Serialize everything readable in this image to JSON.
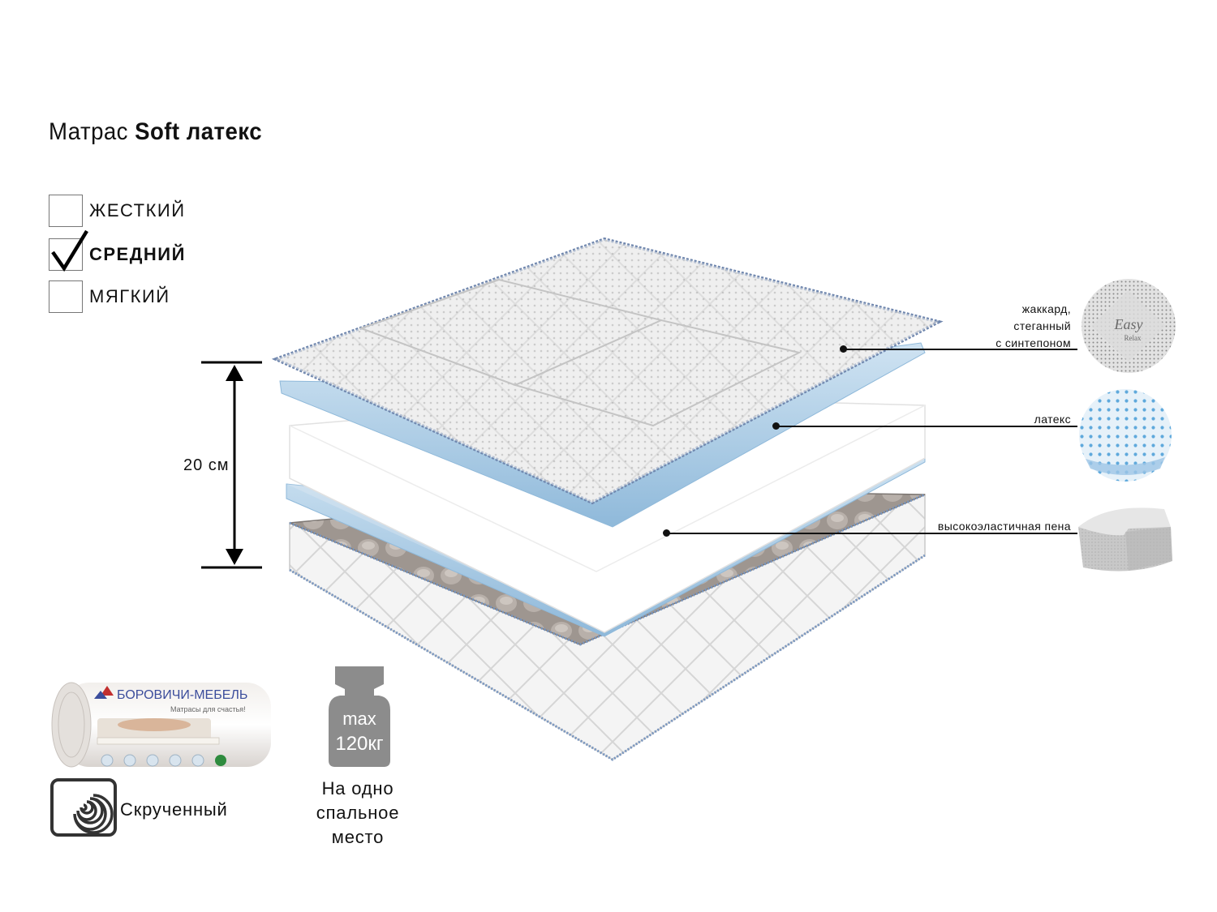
{
  "header": {
    "title_prefix": "Матрас",
    "title_bold": "Soft латекс"
  },
  "firmness": {
    "options": [
      {
        "label": "ЖЕСТКИЙ",
        "checked": false
      },
      {
        "label": "СРЕДНИЙ",
        "checked": true
      },
      {
        "label": "МЯГКИЙ",
        "checked": false
      }
    ]
  },
  "dimension": {
    "height_label": "20 см"
  },
  "layers": [
    {
      "label_lines": [
        "жаккард,",
        "стеганный",
        "с синтепоном"
      ],
      "swatch_icon": "jacquard-swatch"
    },
    {
      "label_lines": [
        "латекс"
      ],
      "swatch_icon": "latex-swatch"
    },
    {
      "label_lines": [
        "высокоэластичная пена"
      ],
      "swatch_icon": "foam-swatch"
    }
  ],
  "product_pack": {
    "brand_text": "БОРОВИЧИ-МЕБЕЛЬ",
    "slogan": "Матрасы для счастья!"
  },
  "badges": {
    "rolled_label": "Скрученный",
    "weight_max": "max",
    "weight_value": "120кг",
    "sleep_line1": "На одно",
    "sleep_line2": "спальное место"
  },
  "colors": {
    "accent_blue": "#a8cce6",
    "weight_gray": "#8c8c8c",
    "text": "#111111"
  }
}
